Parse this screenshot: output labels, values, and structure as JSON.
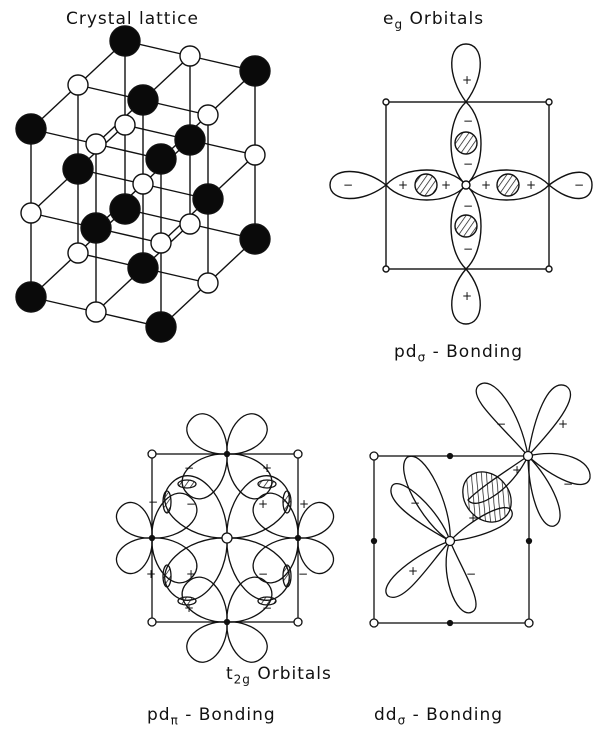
{
  "labels": {
    "crystal": "Crystal lattice",
    "eg_main": "e",
    "eg_sub": "g",
    "eg_rest": " Orbitals",
    "pd_sigma_main": "pd",
    "pd_sigma_sub": "σ",
    "pd_sigma_rest": " - Bonding",
    "t2g_main": "t",
    "t2g_sub": "2g",
    "t2g_rest": " Orbitals",
    "pd_pi_main": "pd",
    "pd_pi_sub": "π",
    "pd_pi_rest": " - Bonding",
    "dd_sigma_main": "dd",
    "dd_sigma_sub": "σ",
    "dd_sigma_rest": " - Bonding"
  },
  "signs": {
    "plus": "+",
    "minus": "−"
  }
}
